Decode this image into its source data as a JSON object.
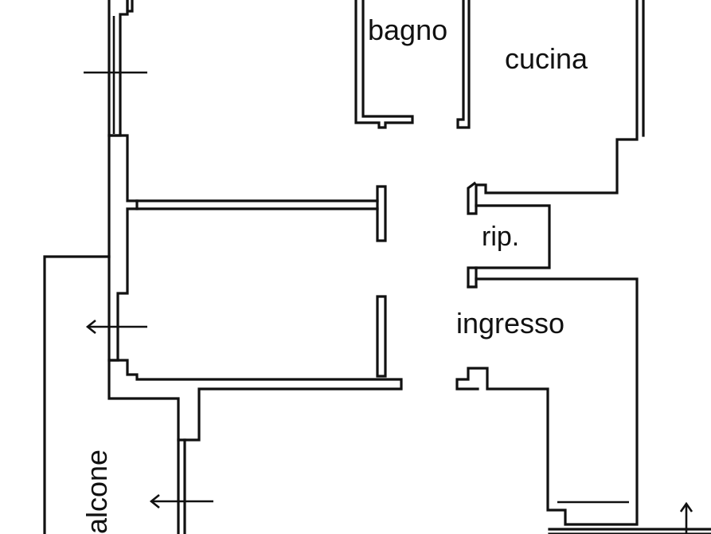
{
  "rooms": {
    "bagno": "bagno",
    "cucina": "cucina",
    "rip": "rip.",
    "ingresso": "ingresso",
    "balcone": "alcone"
  }
}
